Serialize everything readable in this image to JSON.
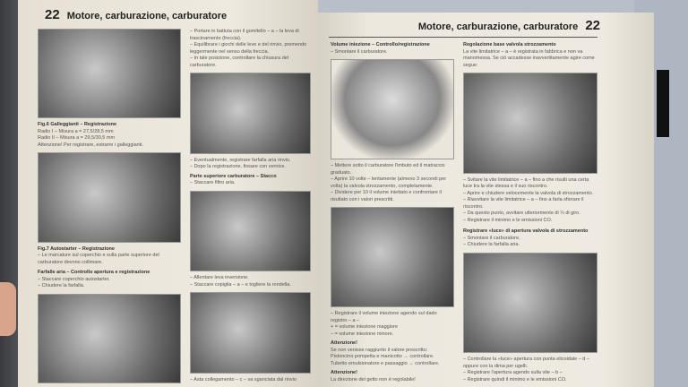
{
  "left_page": {
    "page_number": "22",
    "title": "Motore, carburazione, carburatore",
    "fig6": {
      "caption": "Fig.6  Galleggianti – Registrazione",
      "lines": [
        "Radio I – Misura a = 27,5/28,5 mm",
        "Radio II – Misura a = 29,5/30,5 mm"
      ],
      "note": "Attenzione! Per registrare, estrarre i galleggianti."
    },
    "top_right": [
      "– Portare in battuta con il gomitello – a – la leva di trascinamento (freccia).",
      "– Equilibrare i giochi delle leve e del rinvio, premendo leggermente nel senso della freccia.",
      "– In tale posizione, controllare la chiusura del carburatore."
    ],
    "mid_right": [
      "– Eventualmente, registrare farfalla aria rinvio.",
      "– Dopo la registrazione, fissare con vernice."
    ],
    "section_top": {
      "heading": "Parte superiore carburatore – Stacco",
      "lines": [
        "– Staccare filtro aria."
      ]
    },
    "fig7": {
      "caption": "Fig.7  Autostarter – Registrazione",
      "lines": [
        "– Le marcature sul coperchio e sulla parte superiore del carburatore devono collimare."
      ]
    },
    "section_farfalle": {
      "heading": "Farfalle aria – Controllo apertura e registrazione",
      "lines": [
        "– Staccare coperchio autostarter.",
        "– Chiudere la farfalla."
      ]
    },
    "bottom_right": [
      "– Allentare leva inversione.",
      "– Staccare copiglia – a – e togliere la rondella."
    ],
    "bottom_last": "– Asta collegamento – c – va sganciata dal rinvio"
  },
  "right_page": {
    "title": "Motore, carburazione, carburatore",
    "page_number": "22",
    "col1": {
      "heading": "Volume iniezione – Controllo/registrazione",
      "intro": "– Smontare il carburatore.",
      "steps": [
        "– Mettere sotto il carburatore l'imbuto ed il matraccio graduato.",
        "– Aprire 10 volte – lentamente (almeno 3 secondi per volta) la valvola strozzamento, completamente.",
        "– Dividere per 10 il volume iniettato e confrontare il risultato con i valori prescritti."
      ],
      "adjust": [
        "– Registrare il volume iniezione agendo sul dado registro – a –",
        "+ = volume iniezione maggiore",
        "– = volume iniezione minore."
      ],
      "attention1": "Attenzione!",
      "attention1_lines": [
        "Se non venisse raggiunto il valore prescritto:",
        "Pistoncino pompetta e manicotto → controllare.",
        "Tubetto emulsionatore e passaggio → controllare."
      ],
      "attention2": "Attenzione!",
      "attention2_lines": [
        "La direzione del getto non è regolabile!"
      ]
    },
    "col2": {
      "heading": "Regolazione base valvola strozzamento",
      "intro": "La vite limitatrice – a – è registrata in fabbrica e non va manomessa. Se ciò accadesse inavvertitamente agire come segue:",
      "steps": [
        "– Svitare la vite limitatrice – a – fino a che risulti una certa luce tra la vite stessa e il suo riscontro.",
        "– Aprire e chiudere velocemente la valvola di strozzamento.",
        "– Riavvitare la vite limitatrice – a – fino a farla sfiorare il riscontro.",
        "– Da questo punto, avvitare ulteriormente di ¼ di giro.",
        "– Registrare il minimo e le emissioni CO."
      ],
      "heading2": "Registrare «luce» di apertura valvola di strozzamento",
      "steps2": [
        "– Smontare il carburatore.",
        "– Chiudere la farfalla aria."
      ],
      "steps3": [
        "– Controllare la «luce» apertura con punta elicoidale – d – oppure con la dima per ugelli.",
        "– Registrare l'apertura agendo sulla vite – b –",
        "– Registrare quindi il minimo e le emissioni CO."
      ]
    }
  }
}
